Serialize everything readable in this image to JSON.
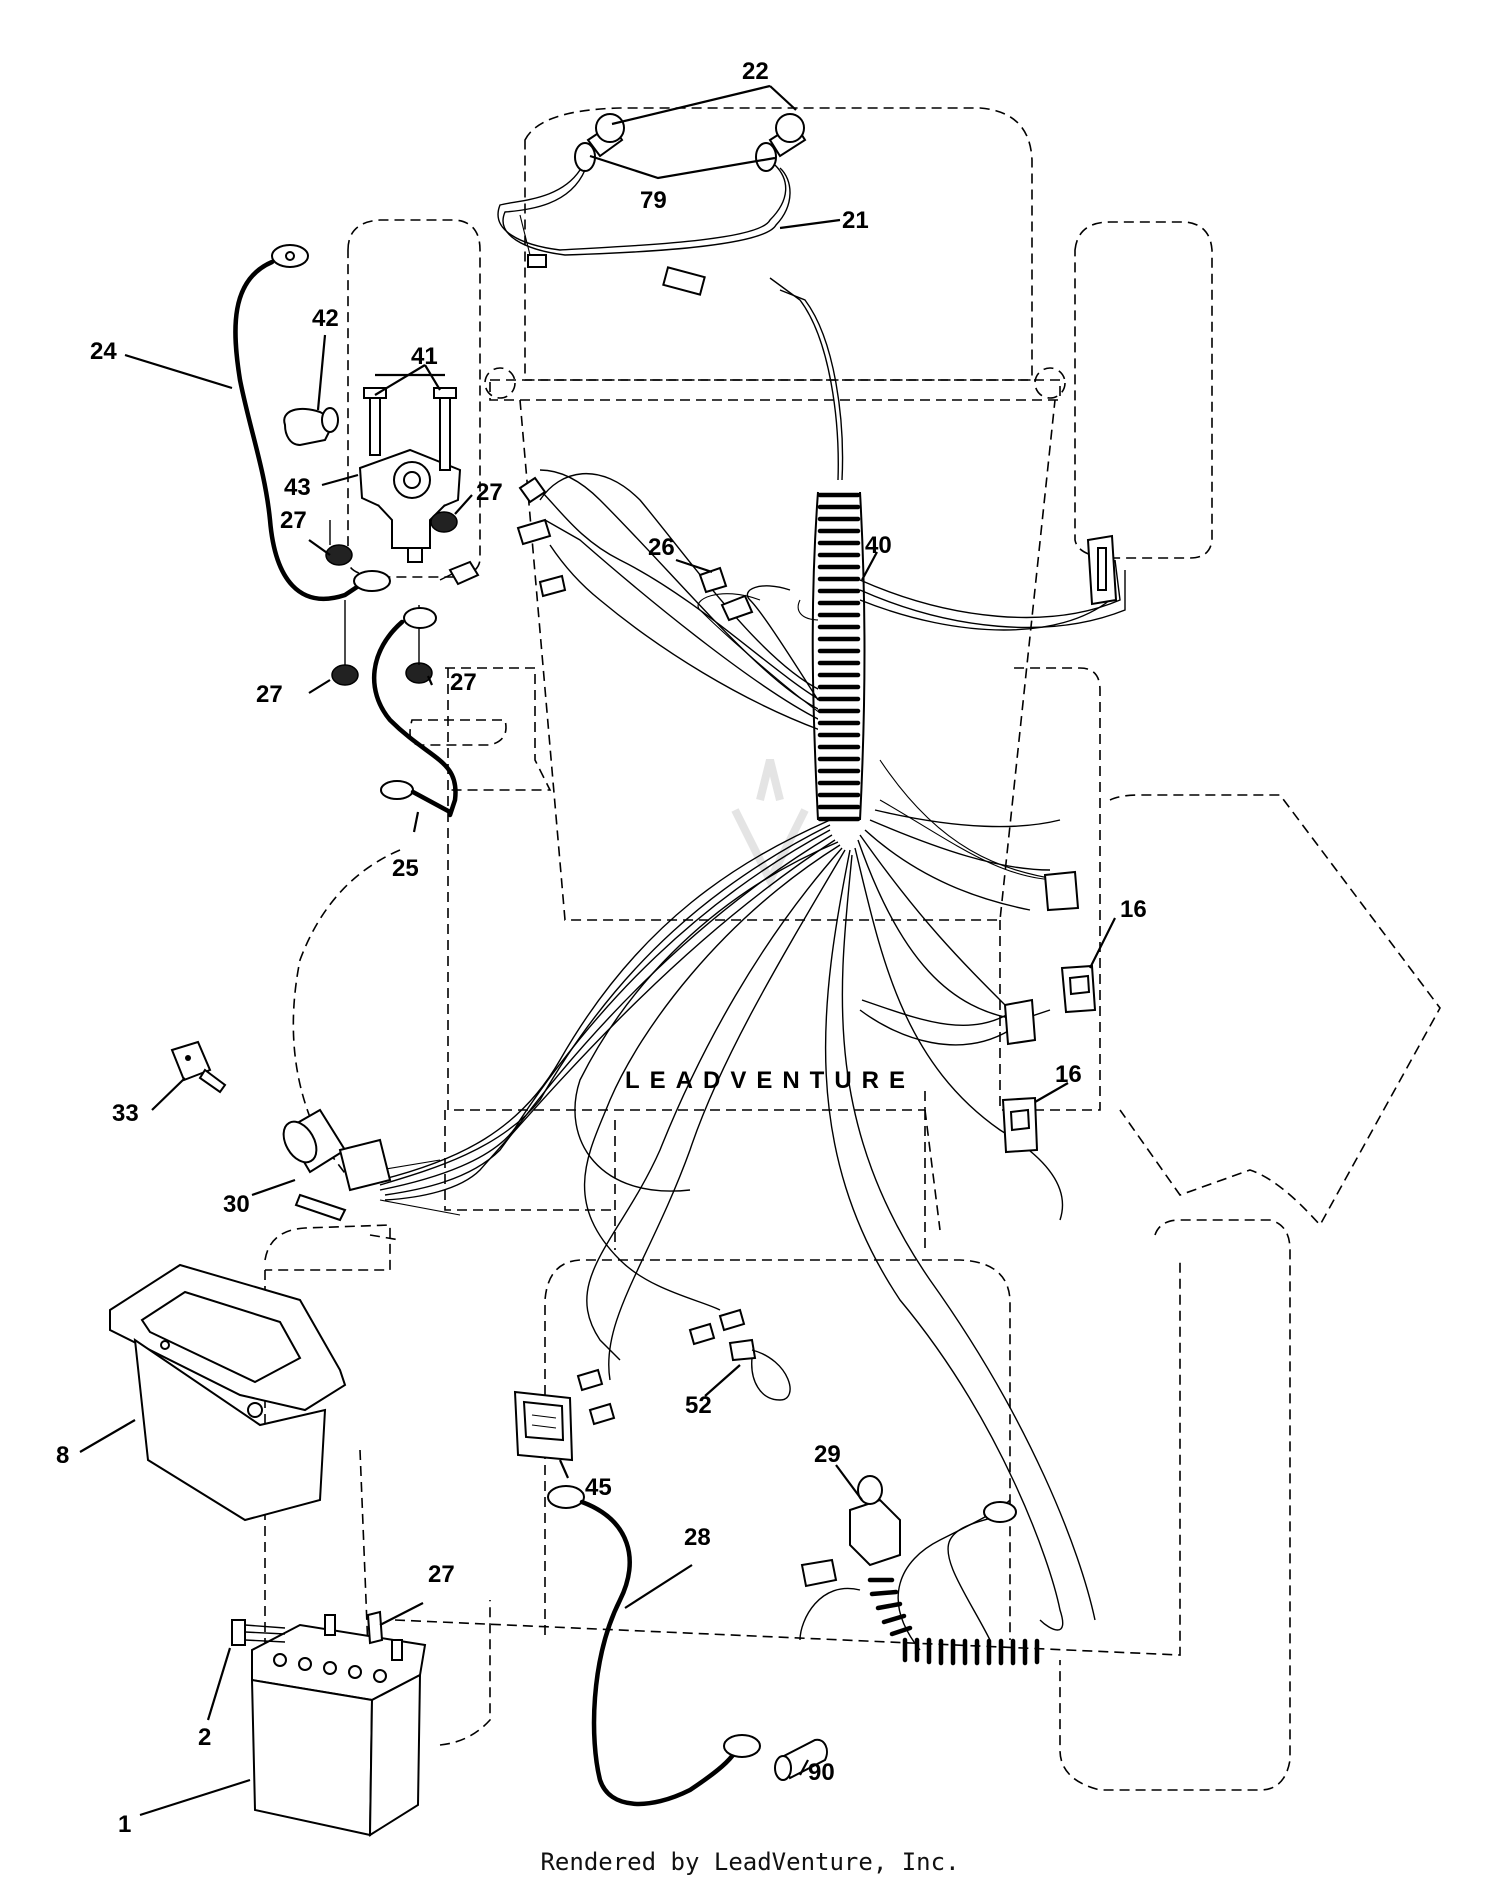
{
  "diagram": {
    "callouts": [
      "22",
      "79",
      "21",
      "42",
      "41",
      "24",
      "43",
      "27",
      "27",
      "26",
      "40",
      "27",
      "27",
      "25",
      "16",
      "16",
      "33",
      "30",
      "8",
      "52",
      "45",
      "29",
      "28",
      "27",
      "2",
      "90",
      "1"
    ],
    "watermark": "LEADVENTURE"
  },
  "footer": {
    "text": "Rendered by LeadVenture, Inc."
  }
}
